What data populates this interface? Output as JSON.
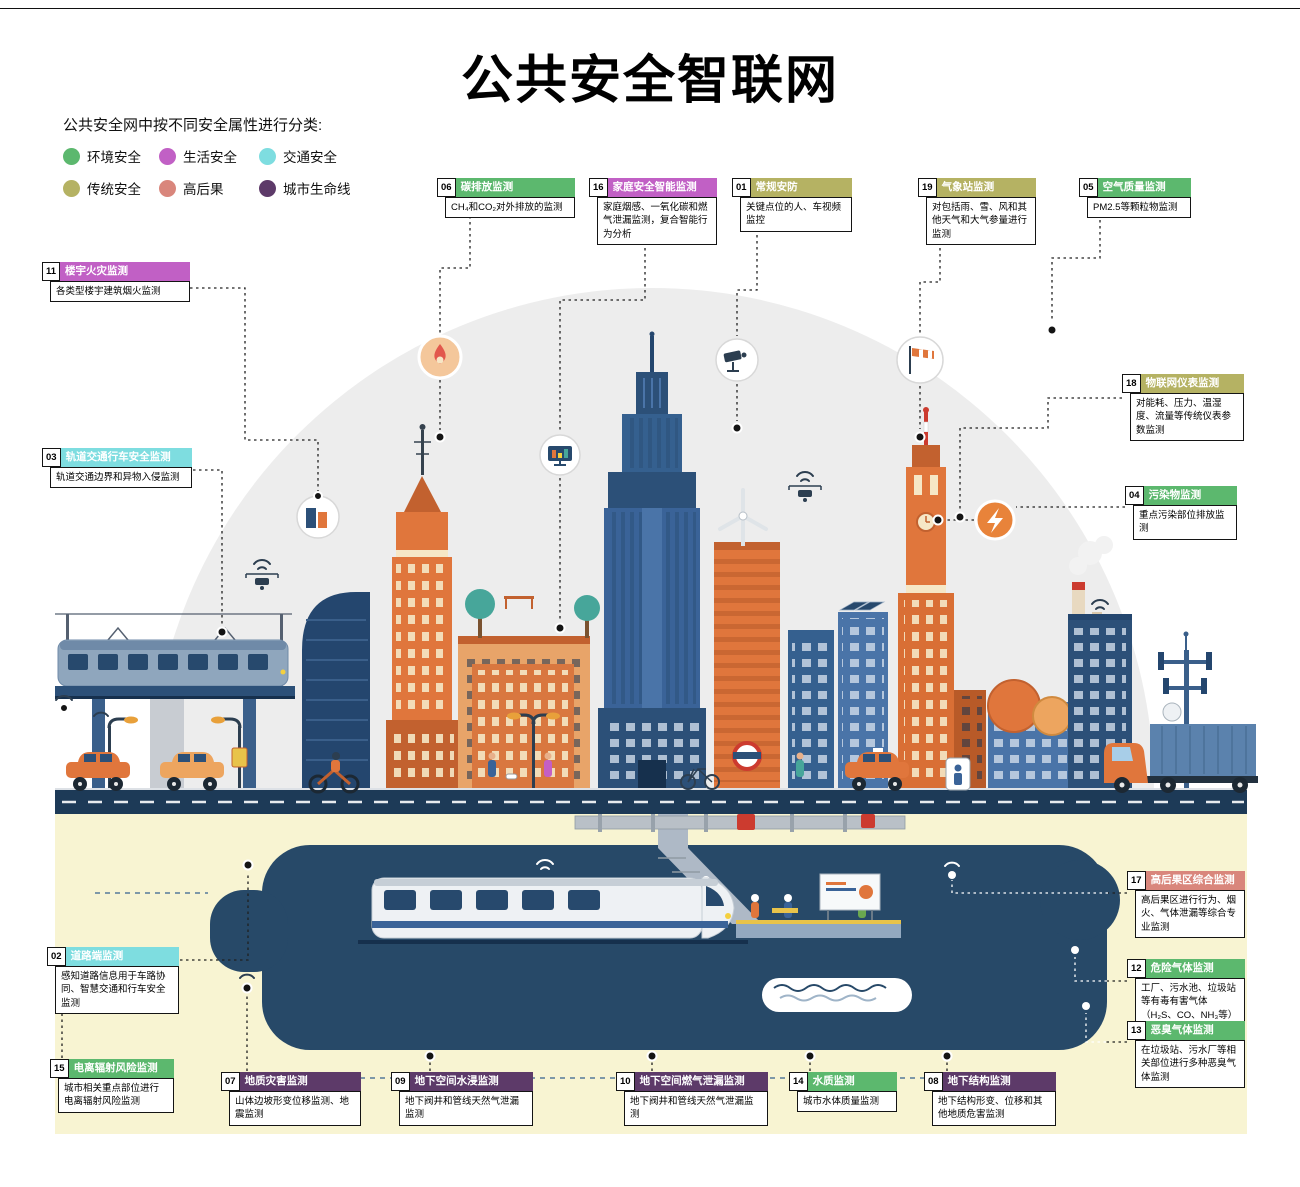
{
  "title": "公共安全智联网",
  "subtitle": "公共安全网中按不同安全属性进行分类:",
  "legend": {
    "items": [
      {
        "label": "环境安全",
        "color": "#5cb86e"
      },
      {
        "label": "生活安全",
        "color": "#c160c5"
      },
      {
        "label": "交通安全",
        "color": "#7edde0"
      },
      {
        "label": "传统安全",
        "color": "#b5b263"
      },
      {
        "label": "高后果",
        "color": "#d9867c"
      },
      {
        "label": "城市生命线",
        "color": "#5d3a69"
      }
    ]
  },
  "callouts": [
    {
      "num": "06",
      "title": "碳排放监测",
      "category": "环境安全",
      "color": "#5cb86e",
      "body": "CH₄和CO₂对外排放的监测"
    },
    {
      "num": "16",
      "title": "家庭安全智能监测",
      "category": "生活安全",
      "color": "#c160c5",
      "body": "家庭烟感、一氧化碳和燃气泄漏监测，复合智能行为分析"
    },
    {
      "num": "01",
      "title": "常规安防",
      "category": "传统安全",
      "color": "#b5b263",
      "body": "关键点位的人、车视频监控"
    },
    {
      "num": "19",
      "title": "气象站监测",
      "category": "传统安全",
      "color": "#b5b263",
      "body": "对包括雨、雪、风和其他天气和大气参量进行监测"
    },
    {
      "num": "05",
      "title": "空气质量监测",
      "category": "环境安全",
      "color": "#5cb86e",
      "body": "PM2.5等颗粒物监测"
    },
    {
      "num": "11",
      "title": "楼宇火灾监测",
      "category": "生活安全",
      "color": "#c160c5",
      "body": "各类型楼宇建筑烟火监测"
    },
    {
      "num": "18",
      "title": "物联网仪表监测",
      "category": "传统安全",
      "color": "#b5b263",
      "body": "对能耗、压力、温湿度、流量等传统仪表参数监测"
    },
    {
      "num": "03",
      "title": "轨道交通行车安全监测",
      "category": "交通安全",
      "color": "#7edde0",
      "body": "轨道交通边界和异物入侵监测"
    },
    {
      "num": "04",
      "title": "污染物监测",
      "category": "环境安全",
      "color": "#5cb86e",
      "body": "重点污染部位排放监测"
    },
    {
      "num": "17",
      "title": "高后果区综合监测",
      "category": "高后果",
      "color": "#d9867c",
      "body": "高后果区进行行为、烟火、气体泄漏等综合专业监测"
    },
    {
      "num": "02",
      "title": "道路端监测",
      "category": "交通安全",
      "color": "#7edde0",
      "body": "感知道路信息用于车路协同、智慧交通和行车安全监测"
    },
    {
      "num": "12",
      "title": "危险气体监测",
      "category": "环境安全",
      "color": "#5cb86e",
      "body": "工厂、污水池、垃圾站等有毒有害气体（H₂S、CO、NH₃等）监测"
    },
    {
      "num": "13",
      "title": "恶臭气体监测",
      "category": "环境安全",
      "color": "#5cb86e",
      "body": "在垃圾站、污水厂等相关部位进行多种恶臭气体监测"
    },
    {
      "num": "15",
      "title": "电离辐射风险监测",
      "category": "环境安全",
      "color": "#5cb86e",
      "body": "城市相关重点部位进行电离辐射风险监测"
    },
    {
      "num": "07",
      "title": "地质灾害监测",
      "category": "城市生命线",
      "color": "#5d3a69",
      "body": "山体边坡形变位移监测、地震监测"
    },
    {
      "num": "09",
      "title": "地下空间水浸监测",
      "category": "城市生命线",
      "color": "#5d3a69",
      "body": "地下阀井和管线天然气泄漏监测"
    },
    {
      "num": "10",
      "title": "地下空间燃气泄漏监测",
      "category": "城市生命线",
      "color": "#5d3a69",
      "body": "地下阀井和管线天然气泄漏监测"
    },
    {
      "num": "14",
      "title": "水质监测",
      "category": "环境安全",
      "color": "#5cb86e",
      "body": "城市水体质量监测"
    },
    {
      "num": "08",
      "title": "地下结构监测",
      "category": "城市生命线",
      "color": "#5d3a69",
      "body": "地下结构形变、位移和其他地质危害监测"
    }
  ]
}
